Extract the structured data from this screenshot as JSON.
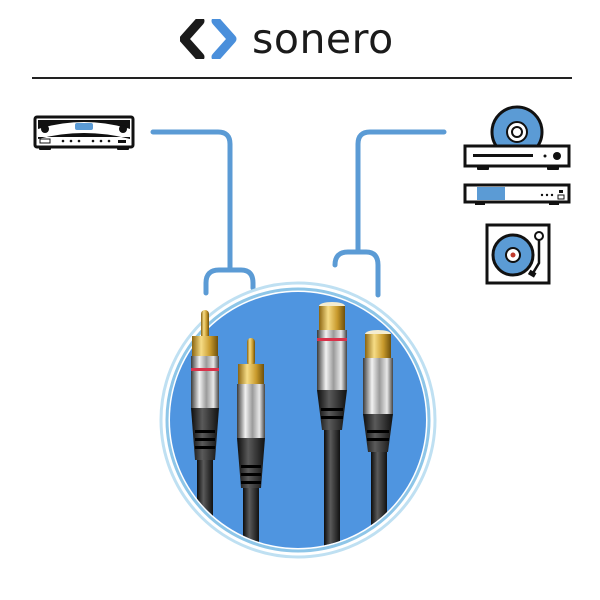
{
  "brand": {
    "name": "sonero",
    "logo_icon": "diamond-chevrons-icon",
    "colors": {
      "dark": "#1b1b1b",
      "accent": "#4a8fdb"
    }
  },
  "diagram": {
    "title": "RCA stereo cable connection diagram",
    "connector_line_color": "#5b9bd5",
    "source_devices": [
      {
        "name": "av-receiver-icon",
        "side": "left"
      }
    ],
    "target_devices": [
      {
        "name": "cd-player-icon",
        "side": "right"
      },
      {
        "name": "streaming-box-icon",
        "side": "right"
      },
      {
        "name": "turntable-icon",
        "side": "right"
      }
    ],
    "product": {
      "name": "RCA cable",
      "left_connectors": [
        "RCA male (red)",
        "RCA male (white)"
      ],
      "right_connectors": [
        "RCA female (red)",
        "RCA female (white)"
      ],
      "circle_fill": "#4f95e0"
    }
  }
}
